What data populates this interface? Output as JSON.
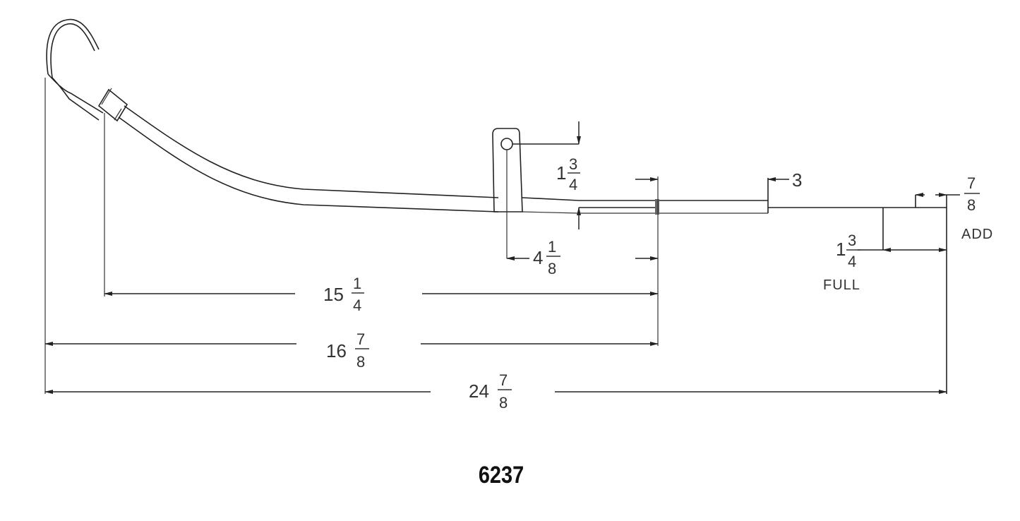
{
  "part_number": "6237",
  "dimensions": {
    "hole_height": {
      "whole": "1",
      "num": "3",
      "den": "4"
    },
    "hole_offset": {
      "whole": "4",
      "num": "1",
      "den": "8"
    },
    "tube_end": {
      "whole": "3",
      "num": "",
      "den": ""
    },
    "add_mark": {
      "whole": "",
      "num": "7",
      "den": "8",
      "label": "ADD"
    },
    "full_mark": {
      "whole": "1",
      "num": "3",
      "den": "4",
      "label": "FULL"
    },
    "ferrule_to_tube_end": {
      "whole": "15",
      "num": "1",
      "den": "4"
    },
    "hook_to_tube_end": {
      "whole": "16",
      "num": "7",
      "den": "8"
    },
    "overall_length": {
      "whole": "24",
      "num": "7",
      "den": "8"
    }
  },
  "colors": {
    "line": "#222222",
    "background": "#ffffff"
  }
}
